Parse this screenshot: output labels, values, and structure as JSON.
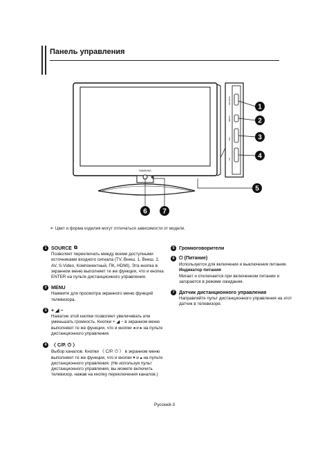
{
  "section": {
    "title": "Панель управления"
  },
  "figure": {
    "brand": "SAMSUNG",
    "side_labels": [
      "SOURCE",
      "MENU",
      "VOL",
      "CH"
    ],
    "callouts": [
      "1",
      "2",
      "3",
      "4",
      "5",
      "6",
      "7"
    ]
  },
  "note": "Цвет и форма изделия могут отличаться зависимости от модели.",
  "items": {
    "source": {
      "num": "1",
      "title": "SOURCE",
      "body": "Позволяет переключать между всеми доступными источниками входного сигнала (TV, Внеш. 1, Внеш. 2, AV, S-Video, Компонентный, ПК, HDMI). Эта кнопка в экранном меню выполняет те же функции, что и кнопка ENTER на пульте дистанционного управления."
    },
    "menu": {
      "num": "2",
      "title": "MENU",
      "body": "Нажмите для просмотра экранного меню функций телевизора."
    },
    "volume": {
      "num": "3",
      "title": "+ ◢ −",
      "body": "Нажатие этой кнопки позволяет увеличивать или уменьшать громкость. Кнопки + ◢ − в экранном меню выполняют те же функции, что и кнопки ◂ и ▸ на пульте дистанционного управления."
    },
    "channel": {
      "num": "4",
      "title": "〈 C/P. ⏻ 〉",
      "body": "Выбор каналов. Кнопки 〈 C/P. ⏻ 〉 в экранном меню выполняют те же функции, что и кнопки ▾ и ▴ на пульте дистанционного управления. (Не используя пульт дистанционного управления, вы можете включить телевизор, нажав на кнопку переключения каналов.)"
    },
    "speakers": {
      "num": "5",
      "title": "Громкоговорители"
    },
    "power": {
      "num": "6",
      "title": "⏻ (Питание)",
      "body": "Используется для включения и выключения питания.",
      "indicator_title": "Индикатор питания",
      "indicator_body": "Мигает и отключается при включенном питании и загорается в режиме ожидания."
    },
    "remote_sensor": {
      "num": "7",
      "title": "Датчик дистанционного управления",
      "body": "Направляйте пульт дистанционного управления на этот датчик в телевизоре."
    }
  },
  "footer": {
    "page": "Русский-3"
  }
}
